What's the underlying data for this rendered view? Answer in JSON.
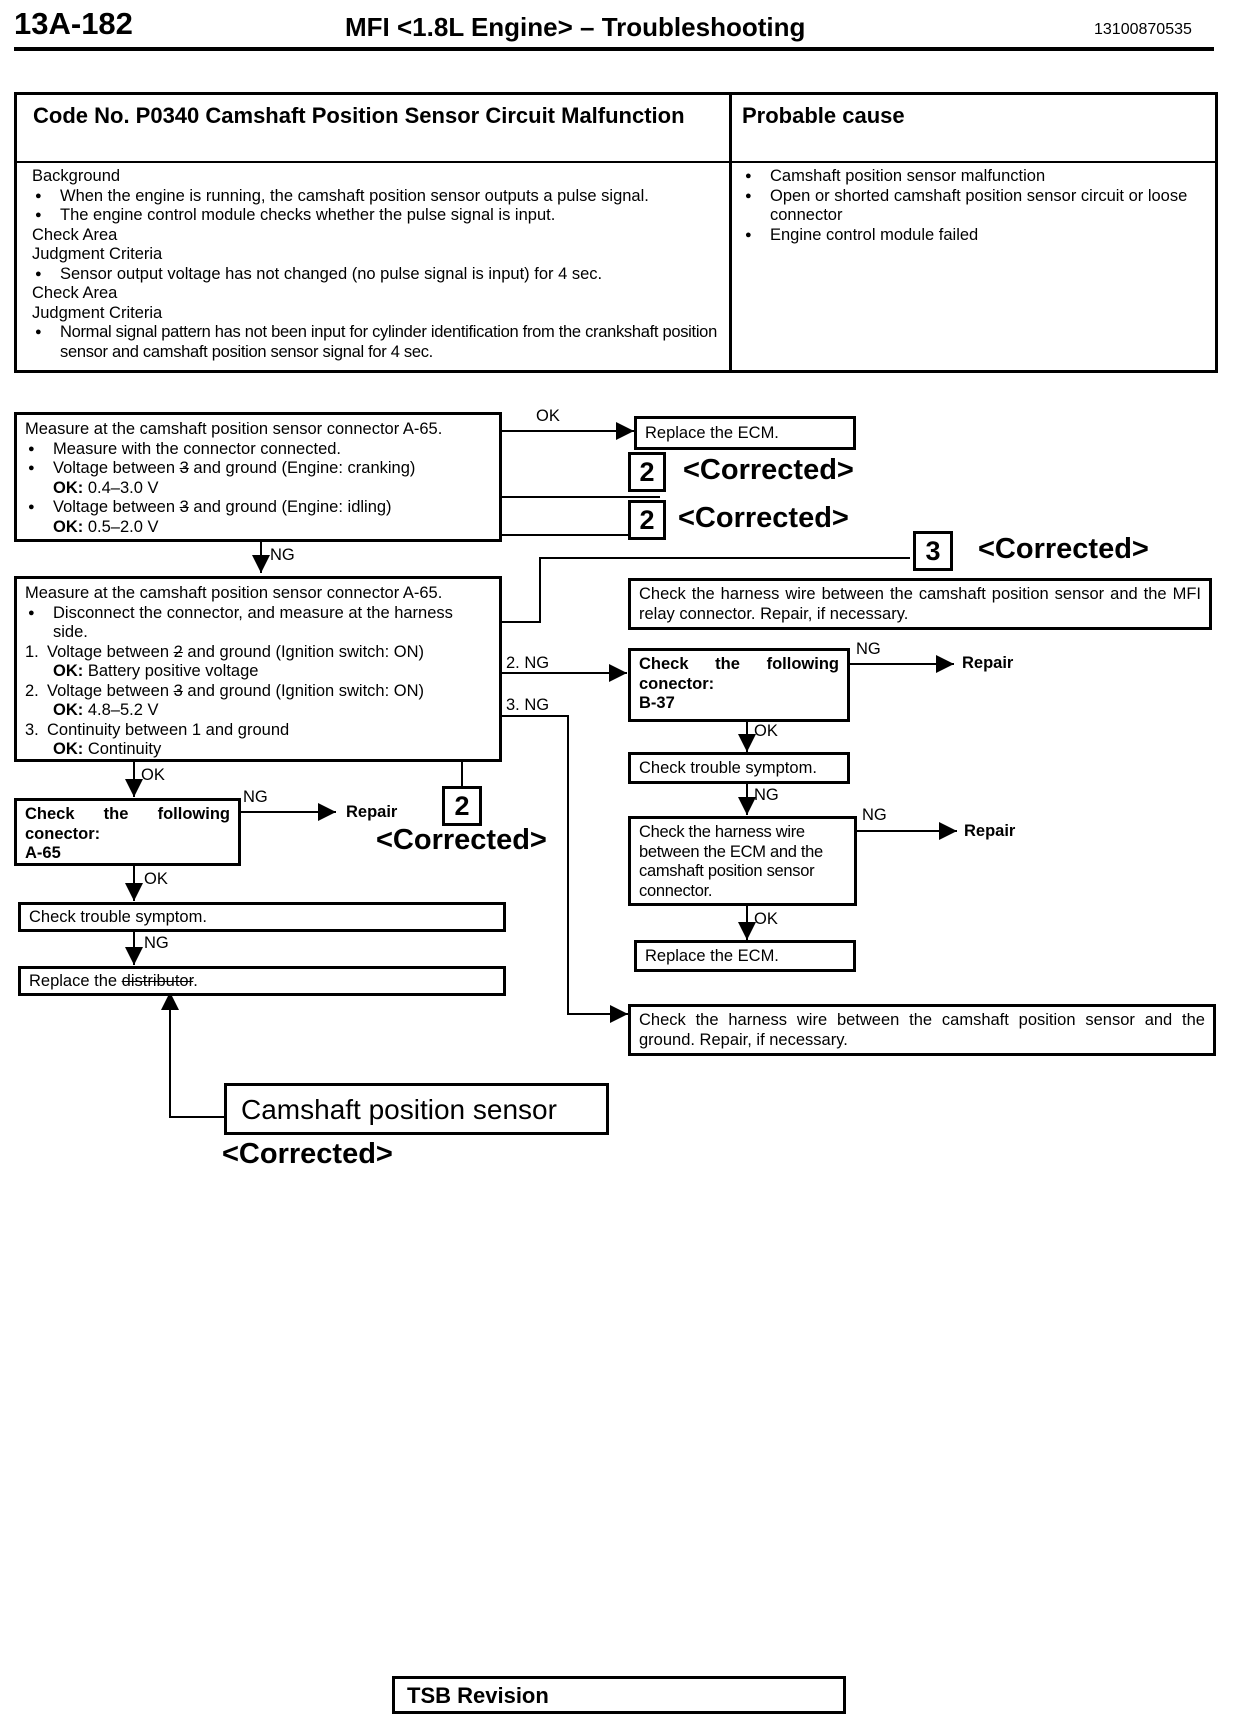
{
  "header": {
    "page_number": "13A-182",
    "title": "MFI <1.8L Engine> – Troubleshooting",
    "doc_code": "13100870535"
  },
  "code_table": {
    "heading": "Code No. P0340 Camshaft Position Sensor Circuit Malfunction",
    "probable_heading": "Probable cause",
    "background_label": "Background",
    "background_items": [
      "When the engine is running, the camshaft position sensor outputs a pulse signal.",
      "The engine control module checks whether the pulse signal is input."
    ],
    "check_area_label_1": "Check Area",
    "judgment_label_1": "Judgment Criteria",
    "judgment_items_1": [
      "Sensor output voltage has not changed (no pulse signal is input) for 4 sec."
    ],
    "check_area_label_2": "Check Area",
    "judgment_label_2": "Judgment Criteria",
    "judgment_items_2": [
      "Normal signal pattern has not been input for cylinder identification from the crankshaft position sensor and camshaft position sensor signal for 4 sec."
    ],
    "causes": [
      "Camshaft position sensor malfunction",
      "Open or shorted camshaft position sensor circuit or loose connector",
      "Engine control module failed"
    ]
  },
  "flow": {
    "box1": {
      "title": "Measure at the camshaft position sensor connector A-65.",
      "item1": "Measure with the connector connected.",
      "item2_pre": "Voltage between",
      "item2_struck": "3",
      "item2_post": "and ground (Engine: cranking)",
      "item2_ok_label": "OK:",
      "item2_ok_value": "0.4–3.0 V",
      "item3_pre": "Voltage between",
      "item3_struck": "3",
      "item3_post": "and ground (Engine: idling)",
      "item3_ok_label": "OK:",
      "item3_ok_value": "0.5–2.0 V"
    },
    "box1_ok_label": "OK",
    "box1_ng_label": "NG",
    "replace_ecm_1": "Replace the ECM.",
    "box2": {
      "title": "Measure at the camshaft position sensor connector A-65.",
      "item0": "Disconnect the connector, and measure at the harness side.",
      "s1_num": "1.",
      "s1_pre": "Voltage between",
      "s1_struck": "2",
      "s1_post": "and ground (Ignition switch: ON)",
      "s1_ok_label": "OK:",
      "s1_ok_value": "Battery positive voltage",
      "s2_num": "2.",
      "s2_pre": "Voltage between",
      "s2_struck": "3",
      "s2_post": "and ground (Ignition switch: ON)",
      "s2_ok_label": "OK:",
      "s2_ok_value": "4.8–5.2 V",
      "s3_num": "3.",
      "s3_text": "Continuity between 1 and ground",
      "s3_ok_label": "OK:",
      "s3_ok_value": "Continuity"
    },
    "box2_ng2_label": "2. NG",
    "box2_ng3_label": "3. NG",
    "box2_ok_label": "OK",
    "harness_mfi": "Check the harness wire between the camshaft position sensor and the MFI relay connector. Repair, if necessary.",
    "check_b37": {
      "title": "Check the following conector:",
      "code": "B-37"
    },
    "b37_ng_label": "NG",
    "b37_ok_label": "OK",
    "repair_1": "Repair",
    "trouble_right": "Check trouble symptom.",
    "trouble_right_ng_label": "NG",
    "harness_ecm": "Check the harness wire between the ECM and the camshaft position sensor connector.",
    "harness_ecm_ng_label": "NG",
    "harness_ecm_ok_label": "OK",
    "repair_2": "Repair",
    "replace_ecm_2": "Replace the ECM.",
    "harness_ground": "Check the harness wire between the camshaft position sensor and the ground. Repair, if necessary.",
    "check_a65": {
      "title": "Check the following conector:",
      "code": "A-65"
    },
    "a65_ng_label": "NG",
    "a65_ok_label": "OK",
    "repair_3": "Repair",
    "trouble_left": "Check trouble symptom.",
    "trouble_left_ng_label": "NG",
    "replace_left_pre": "Replace the",
    "replace_left_struck": "distributor",
    "replace_left_post": ".",
    "correction_note": "Camshaft position sensor"
  },
  "corrections": {
    "n1": "2",
    "t1": "<Corrected>",
    "n2": "2",
    "t2": "<Corrected>",
    "n3": "3",
    "t3": "<Corrected>",
    "n4": "2",
    "t4": "<Corrected>",
    "t5": "<Corrected>"
  },
  "footer": {
    "tsb_label": "TSB Revision"
  }
}
